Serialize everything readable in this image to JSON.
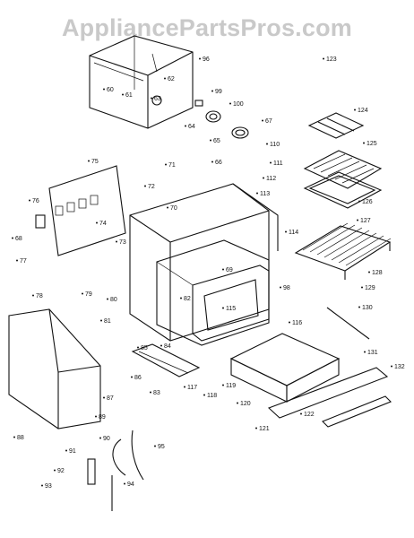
{
  "watermark": "AppliancePartsPros.com",
  "part_numbers": [
    "60",
    "61",
    "62",
    "63",
    "64",
    "65",
    "66",
    "67",
    "68",
    "69",
    "70",
    "71",
    "72",
    "73",
    "74",
    "75",
    "76",
    "77",
    "78",
    "79",
    "80",
    "81",
    "82",
    "83",
    "84",
    "85",
    "86",
    "87",
    "88",
    "89",
    "90",
    "91",
    "92",
    "93",
    "94",
    "95",
    "96",
    "98",
    "99",
    "100",
    "110",
    "111",
    "112",
    "113",
    "114",
    "115",
    "116",
    "117",
    "118",
    "119",
    "120",
    "121",
    "122",
    "123",
    "124",
    "125",
    "126",
    "127",
    "128",
    "129",
    "130",
    "131",
    "132"
  ]
}
